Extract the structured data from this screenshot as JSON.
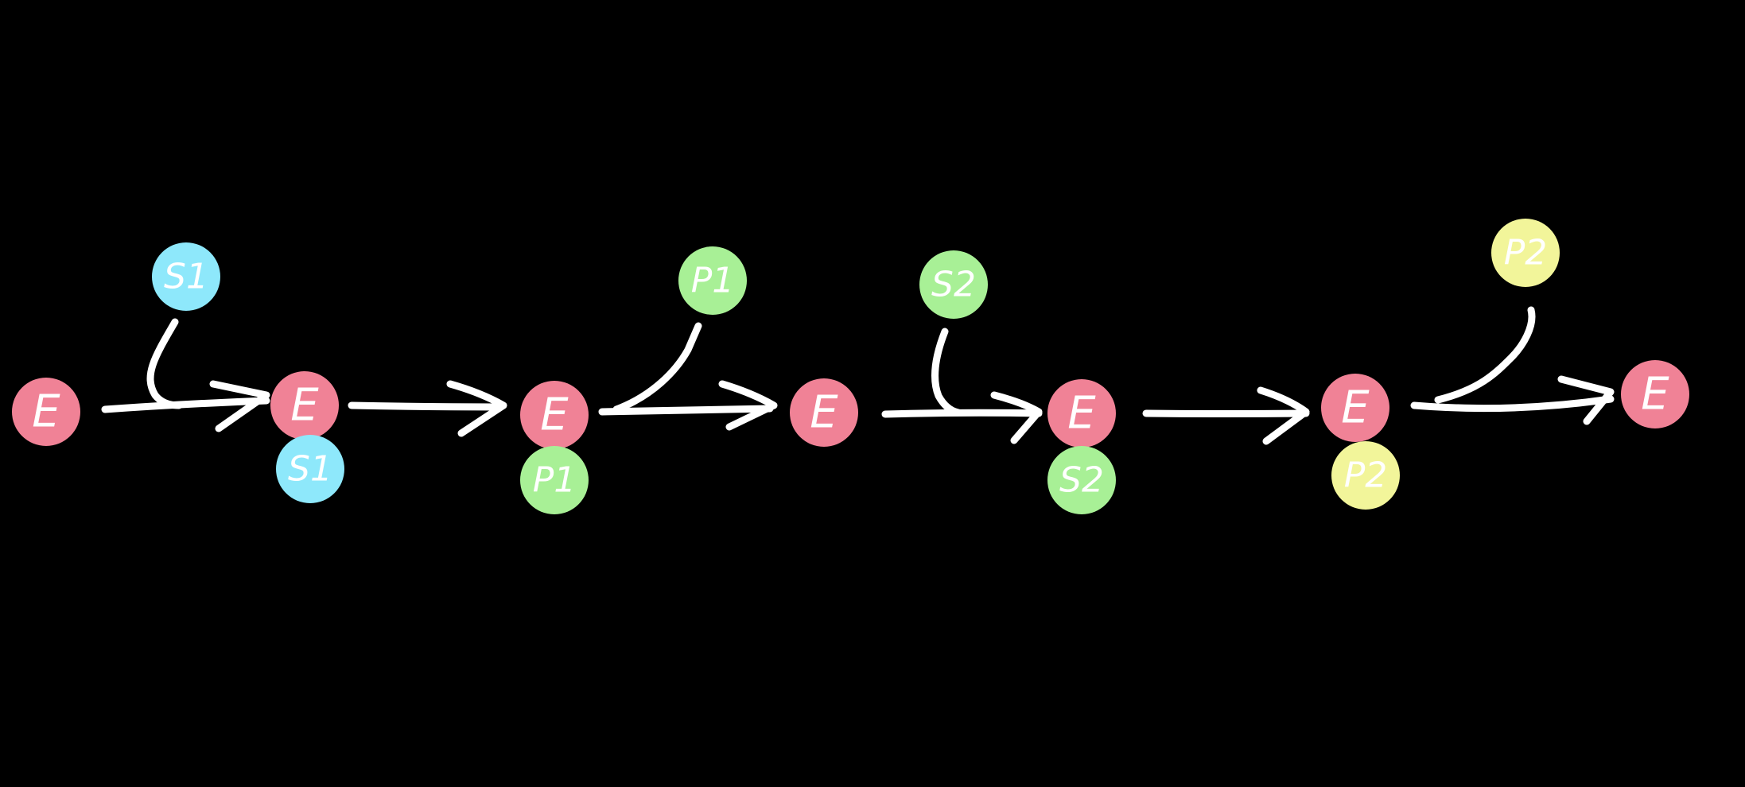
{
  "colors": {
    "background": "#000000",
    "enzyme": "#f08296",
    "substrate_1": "#8ee8fb",
    "product_1_substrate_2": "#a8f096",
    "product_2": "#f2f59a",
    "ink": "#ffffff"
  },
  "nodes": {
    "e1": {
      "label": "E",
      "kind": "enzyme"
    },
    "s1_in": {
      "label": "S1",
      "kind": "substrate_1"
    },
    "e2": {
      "label": "E",
      "kind": "enzyme"
    },
    "s1_bound": {
      "label": "S1",
      "kind": "substrate_1"
    },
    "e3": {
      "label": "E",
      "kind": "enzyme"
    },
    "p1_bound": {
      "label": "P1",
      "kind": "product_1_substrate_2"
    },
    "p1_out": {
      "label": "P1",
      "kind": "product_1_substrate_2"
    },
    "e4": {
      "label": "E",
      "kind": "enzyme"
    },
    "s2_in": {
      "label": "S2",
      "kind": "product_1_substrate_2"
    },
    "e5": {
      "label": "E",
      "kind": "enzyme"
    },
    "s2_bound": {
      "label": "S2",
      "kind": "product_1_substrate_2"
    },
    "e6": {
      "label": "E",
      "kind": "enzyme"
    },
    "p2_bound": {
      "label": "P2",
      "kind": "product_2"
    },
    "p2_out": {
      "label": "P2",
      "kind": "product_2"
    },
    "e7": {
      "label": "E",
      "kind": "enzyme"
    }
  }
}
